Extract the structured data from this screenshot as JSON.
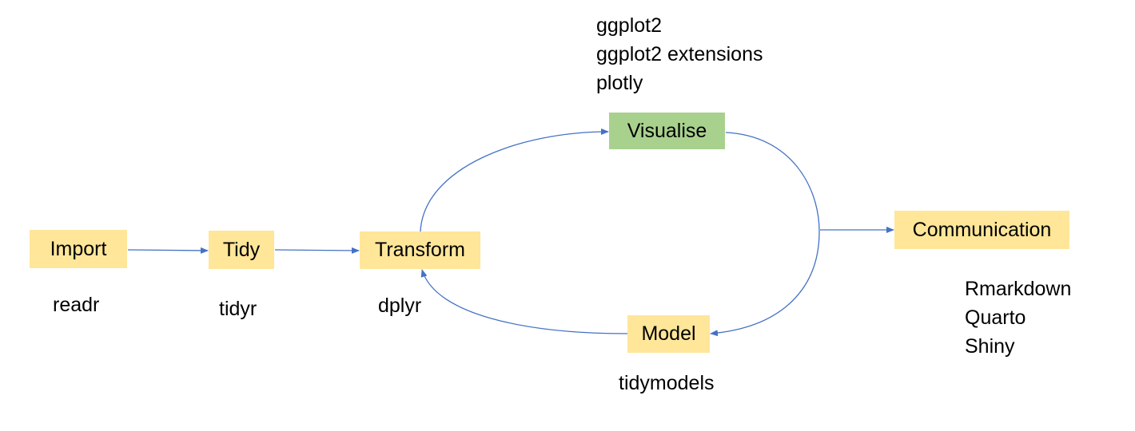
{
  "diagram": {
    "colors": {
      "stage_fill": "#ffe699",
      "highlight_fill": "#a9d18e",
      "arrow": "#4472c4",
      "text": "#000000"
    },
    "stages": {
      "import": {
        "label": "Import",
        "packages": [
          "readr"
        ]
      },
      "tidy": {
        "label": "Tidy",
        "packages": [
          "tidyr"
        ]
      },
      "transform": {
        "label": "Transform",
        "packages": [
          "dplyr"
        ]
      },
      "visualise": {
        "label": "Visualise",
        "packages": [
          "ggplot2",
          "ggplot2 extensions",
          "plotly"
        ],
        "highlighted": true
      },
      "model": {
        "label": "Model",
        "packages": [
          "tidymodels"
        ]
      },
      "communication": {
        "label": "Communication",
        "packages": [
          "Rmarkdown",
          "Quarto",
          "Shiny"
        ]
      }
    },
    "edges": [
      {
        "from": "Import",
        "to": "Tidy"
      },
      {
        "from": "Tidy",
        "to": "Transform"
      },
      {
        "from": "Transform",
        "to": "Visualise"
      },
      {
        "from": "Visualise",
        "to": "Model"
      },
      {
        "from": "Model",
        "to": "Transform"
      },
      {
        "from": "Visualise/Model loop",
        "to": "Communication"
      }
    ]
  }
}
